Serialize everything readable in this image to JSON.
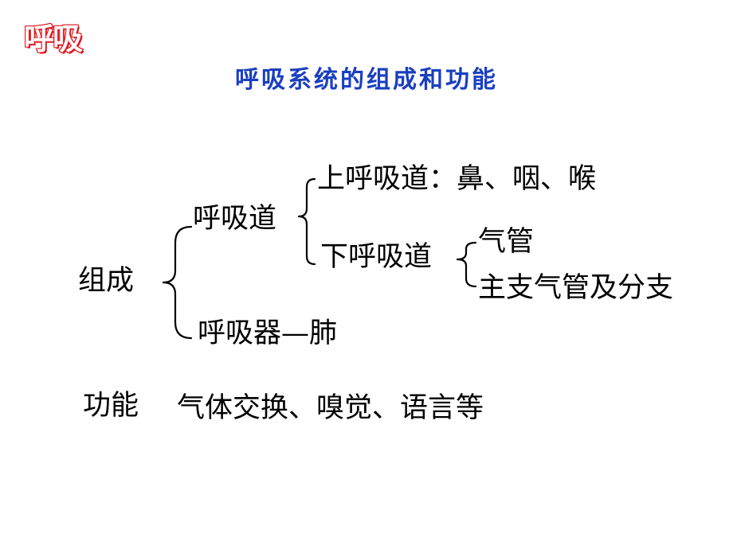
{
  "logo": {
    "text": "呼吸",
    "color": "#e0181f"
  },
  "title": {
    "text": "呼吸系统的组成和功能",
    "color": "#1a3fbf"
  },
  "diagram": {
    "root": "组成",
    "airway": "呼吸道",
    "upper_airway": "上呼吸道：鼻、咽、喉",
    "lower_airway": "下呼吸道",
    "trachea": "气管",
    "bronchi": "主支气管及分支",
    "lung": "呼吸器—肺"
  },
  "function": {
    "label": "功能",
    "text": "气体交换、嗅觉、语言等"
  }
}
